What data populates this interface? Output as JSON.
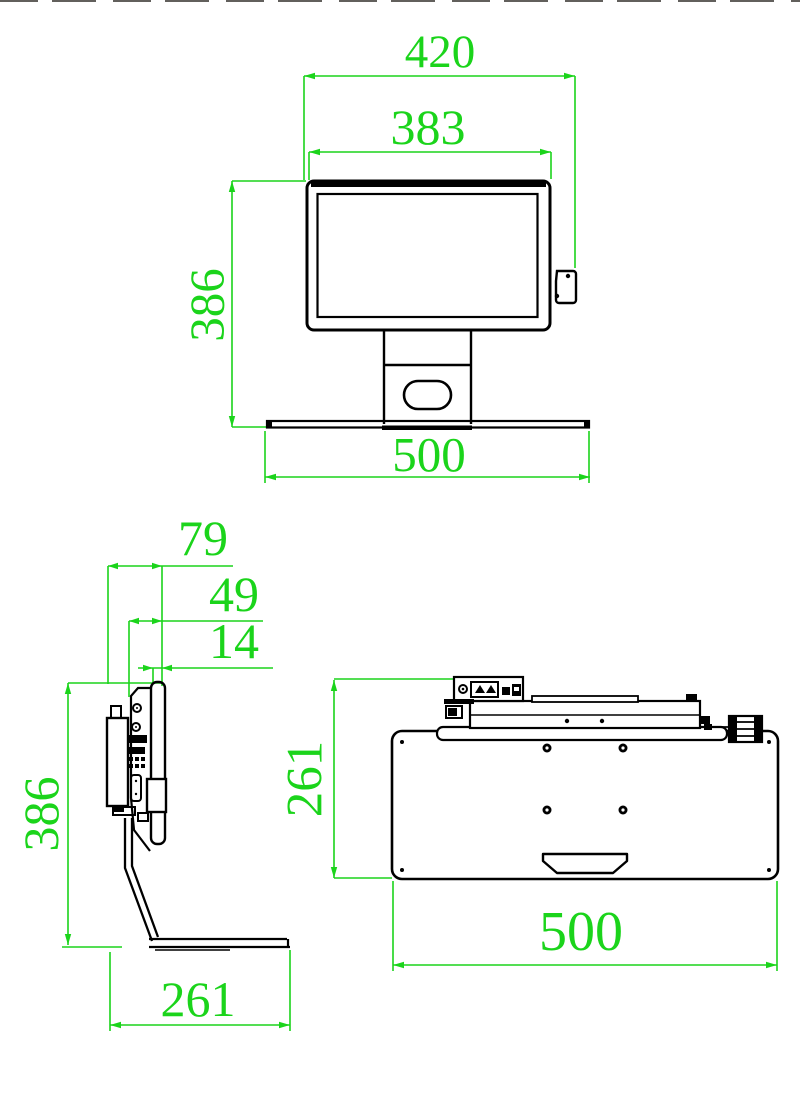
{
  "page": {
    "background": "#ffffff"
  },
  "colors": {
    "dimension_green": "#1bd41b",
    "line_black": "#000000"
  },
  "drawing": {
    "type": "technical-dimension-drawing",
    "subject": "pos-terminal-with-stand",
    "views": {
      "front": {
        "name": "front-view",
        "dimensions": {
          "overall_width": "420",
          "screen_width": "383",
          "height": "386",
          "base_width": "500"
        }
      },
      "side": {
        "name": "side-view",
        "dimensions": {
          "depth_total": "79",
          "depth_mid": "49",
          "depth_front": "14",
          "height": "386",
          "base_depth": "261"
        }
      },
      "rear": {
        "name": "rear-bottom-view",
        "dimensions": {
          "depth": "261",
          "width": "500"
        }
      }
    }
  }
}
